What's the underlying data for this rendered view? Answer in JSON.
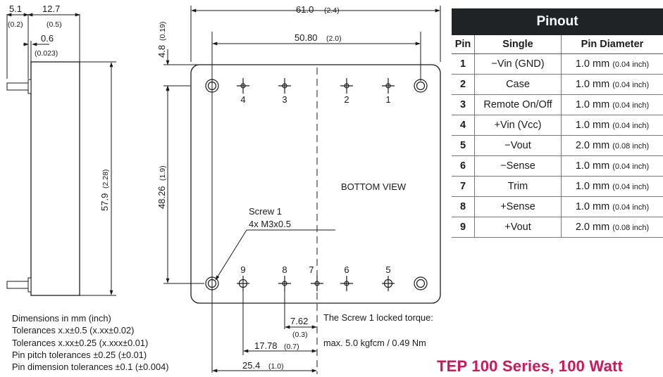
{
  "pinout": {
    "title": "Pinout",
    "headers": {
      "pin": "Pin",
      "single": "Single",
      "diameter": "Pin Diameter"
    },
    "rows": [
      {
        "pin": "1",
        "single": "−Vin (GND)",
        "mm": "1.0 mm",
        "inch": "(0.04 inch)"
      },
      {
        "pin": "2",
        "single": "Case",
        "mm": "1.0 mm",
        "inch": "(0.04 inch)"
      },
      {
        "pin": "3",
        "single": "Remote On/Off",
        "mm": "1.0 mm",
        "inch": "(0.04 inch)"
      },
      {
        "pin": "4",
        "single": "+Vin (Vcc)",
        "mm": "1.0 mm",
        "inch": "(0.04 inch)"
      },
      {
        "pin": "5",
        "single": "−Vout",
        "mm": "2.0 mm",
        "inch": "(0.08 inch)"
      },
      {
        "pin": "6",
        "single": "−Sense",
        "mm": "1.0 mm",
        "inch": "(0.04 inch)"
      },
      {
        "pin": "7",
        "single": "Trim",
        "mm": "1.0 mm",
        "inch": "(0.04 inch)"
      },
      {
        "pin": "8",
        "single": "+Sense",
        "mm": "1.0 mm",
        "inch": "(0.04 inch)"
      },
      {
        "pin": "9",
        "single": "+Vout",
        "mm": "2.0 mm",
        "inch": "(0.08 inch)"
      }
    ]
  },
  "dimensions": {
    "side_thickness": "5.1",
    "side_thickness_in": "(0.2)",
    "side_body": "12.7",
    "side_body_in": "(0.5)",
    "side_pin": "0.6",
    "side_pin_in": "(0.023)",
    "side_height": "57.9",
    "side_height_in": "(2.28)",
    "length": "61.0",
    "length_in": "(2.4)",
    "pin_span": "50.80",
    "pin_span_in": "(2.0)",
    "edge_offset": "4.8",
    "edge_offset_in": "(0.19)",
    "pin_rows": "48.26",
    "pin_rows_in": "(1.9)",
    "pitch": "7.62",
    "pitch_in": "(0.3)",
    "span_17": "17.78",
    "span_17_in": "(0.7)",
    "span_25": "25.4",
    "span_25_in": "(1.0)"
  },
  "labels": {
    "bottom_view": "BOTTOM VIEW",
    "screw_title": "Screw 1",
    "screw_spec": "4x M3x0.5",
    "top_pins": [
      "4",
      "3",
      "2",
      "1"
    ],
    "bottom_pins": [
      "9",
      "8",
      "7",
      "6",
      "5"
    ]
  },
  "notes": [
    "Dimensions in mm (inch)",
    "Tolerances x.x±0.5 (x.xx±0.02)",
    "Tolerances x.xx±0.25 (x.xxx±0.01)",
    "Pin pitch tolerances ±0.25 (±0.01)",
    "Pin dimension tolerances ±0.1 (±0.004)"
  ],
  "torque": {
    "line1": "The Screw 1 locked torque:",
    "line2": "max. 5.0 kgfcm / 0.49 Nm"
  },
  "series_title": "TEP 100 Series, 100 Watt"
}
